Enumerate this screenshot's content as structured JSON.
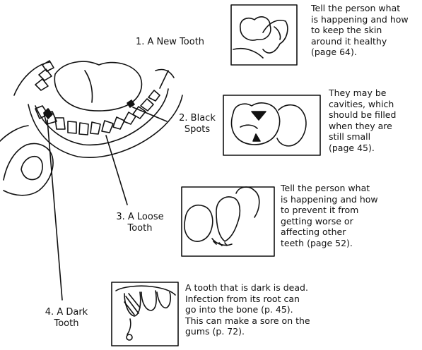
{
  "labels": {
    "new_tooth": "1. A New Tooth",
    "black_spots_1": "2. Black",
    "black_spots_2": "Spots",
    "loose_tooth_1": "3. A Loose",
    "loose_tooth_2": "Tooth",
    "dark_tooth_1": "4. A Dark",
    "dark_tooth_2": "Tooth"
  },
  "descriptions": {
    "new_tooth": "Tell the person what\nis happening and how\nto keep the skin\naround it healthy\n(page 64).",
    "black_spots": "They may be\ncavities, which\nshould be filled\nwhen they are\nstill small\n(page 45).",
    "loose_tooth": "Tell the person what\nis happening and how\nto prevent it from\ngetting worse or\naffecting other\nteeth (page 52).",
    "dark_tooth": "A tooth that is dark is dead.\nInfection from its root can\ngo into the bone (p. 45).\nThis can make a sore on the\ngums (p. 72)."
  }
}
